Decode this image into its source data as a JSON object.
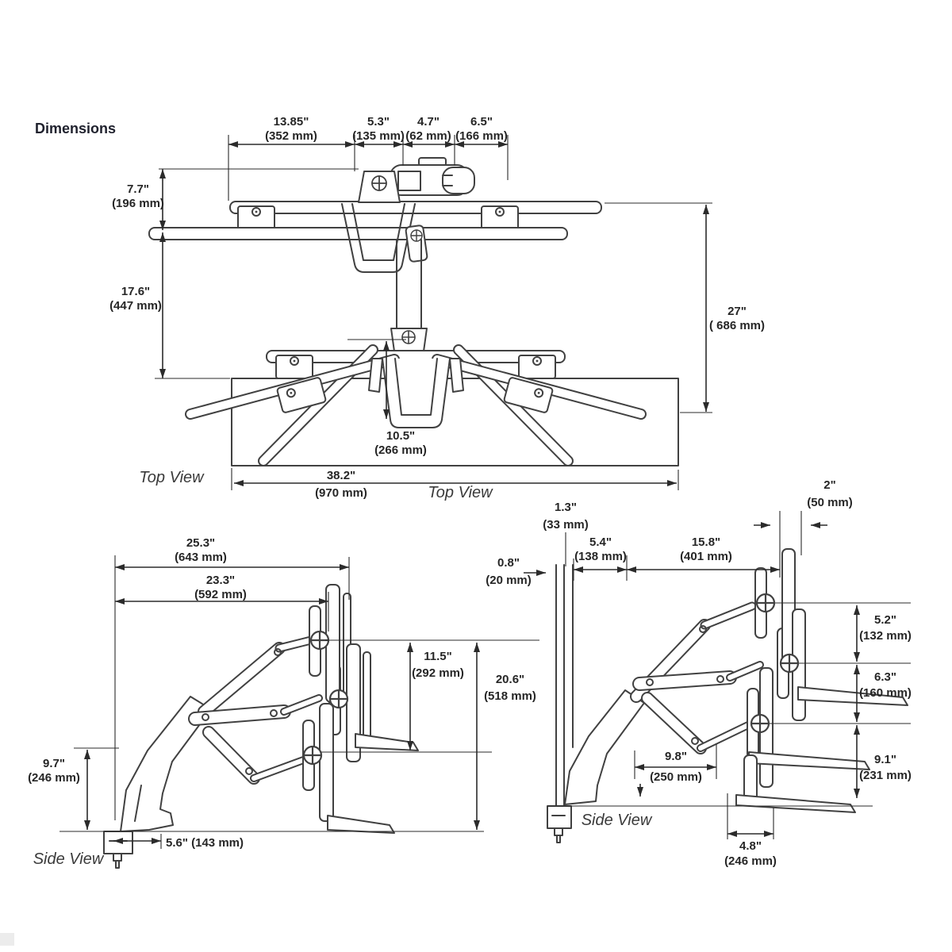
{
  "heading": "Dimensions",
  "top_view": {
    "caption_left": "Top View",
    "caption_right": "Top View",
    "dims": {
      "w1": {
        "in": "13.85\"",
        "mm": "(352 mm)"
      },
      "w2": {
        "in": "5.3\"",
        "mm": "(135 mm)"
      },
      "w3": {
        "in": "4.7\"",
        "mm": "(62 mm)"
      },
      "w4": {
        "in": "6.5\"",
        "mm": "(166 mm)"
      },
      "h1": {
        "in": "7.7\"",
        "mm": "(196 mm)"
      },
      "h2": {
        "in": "17.6\"",
        "mm": "(447 mm)"
      },
      "h3": {
        "in": "27\"",
        "mm": "( 686 mm)"
      },
      "d1": {
        "in": "10.5\"",
        "mm": "(266 mm)"
      },
      "w5": {
        "in": "38.2\"",
        "mm": "(970 mm)"
      }
    }
  },
  "side_view_left": {
    "caption": "Side View",
    "dims": {
      "w1": {
        "in": "25.3\"",
        "mm": "(643 mm)"
      },
      "w2": {
        "in": "23.3\"",
        "mm": "(592 mm)"
      },
      "h1": {
        "in": "11.5\"",
        "mm": "(292 mm)"
      },
      "h2": {
        "in": "20.6\"",
        "mm": "(518 mm)"
      },
      "h3": {
        "in": "9.7\"",
        "mm": "(246 mm)"
      },
      "w3": {
        "in": "5.6\" (143 mm)"
      }
    }
  },
  "side_view_right": {
    "caption": "Side View",
    "dims": {
      "w1": {
        "in": "0.8\"",
        "mm": "(20 mm)"
      },
      "w2": {
        "in": "1.3\"",
        "mm": "(33 mm)"
      },
      "w3": {
        "in": "5.4\"",
        "mm": "(138 mm)"
      },
      "w4": {
        "in": "15.8\"",
        "mm": "(401 mm)"
      },
      "w5": {
        "in": "2\"",
        "mm": "(50 mm)"
      },
      "h1": {
        "in": "5.2\"",
        "mm": "(132 mm)"
      },
      "h2": {
        "in": "6.3\"",
        "mm": "(160 mm)"
      },
      "h3": {
        "in": "9.1\"",
        "mm": "(231 mm)"
      },
      "w6": {
        "in": "9.8\"",
        "mm": "(250 mm)"
      },
      "w7": {
        "in": "4.8\"",
        "mm": "(246 mm)"
      }
    }
  }
}
